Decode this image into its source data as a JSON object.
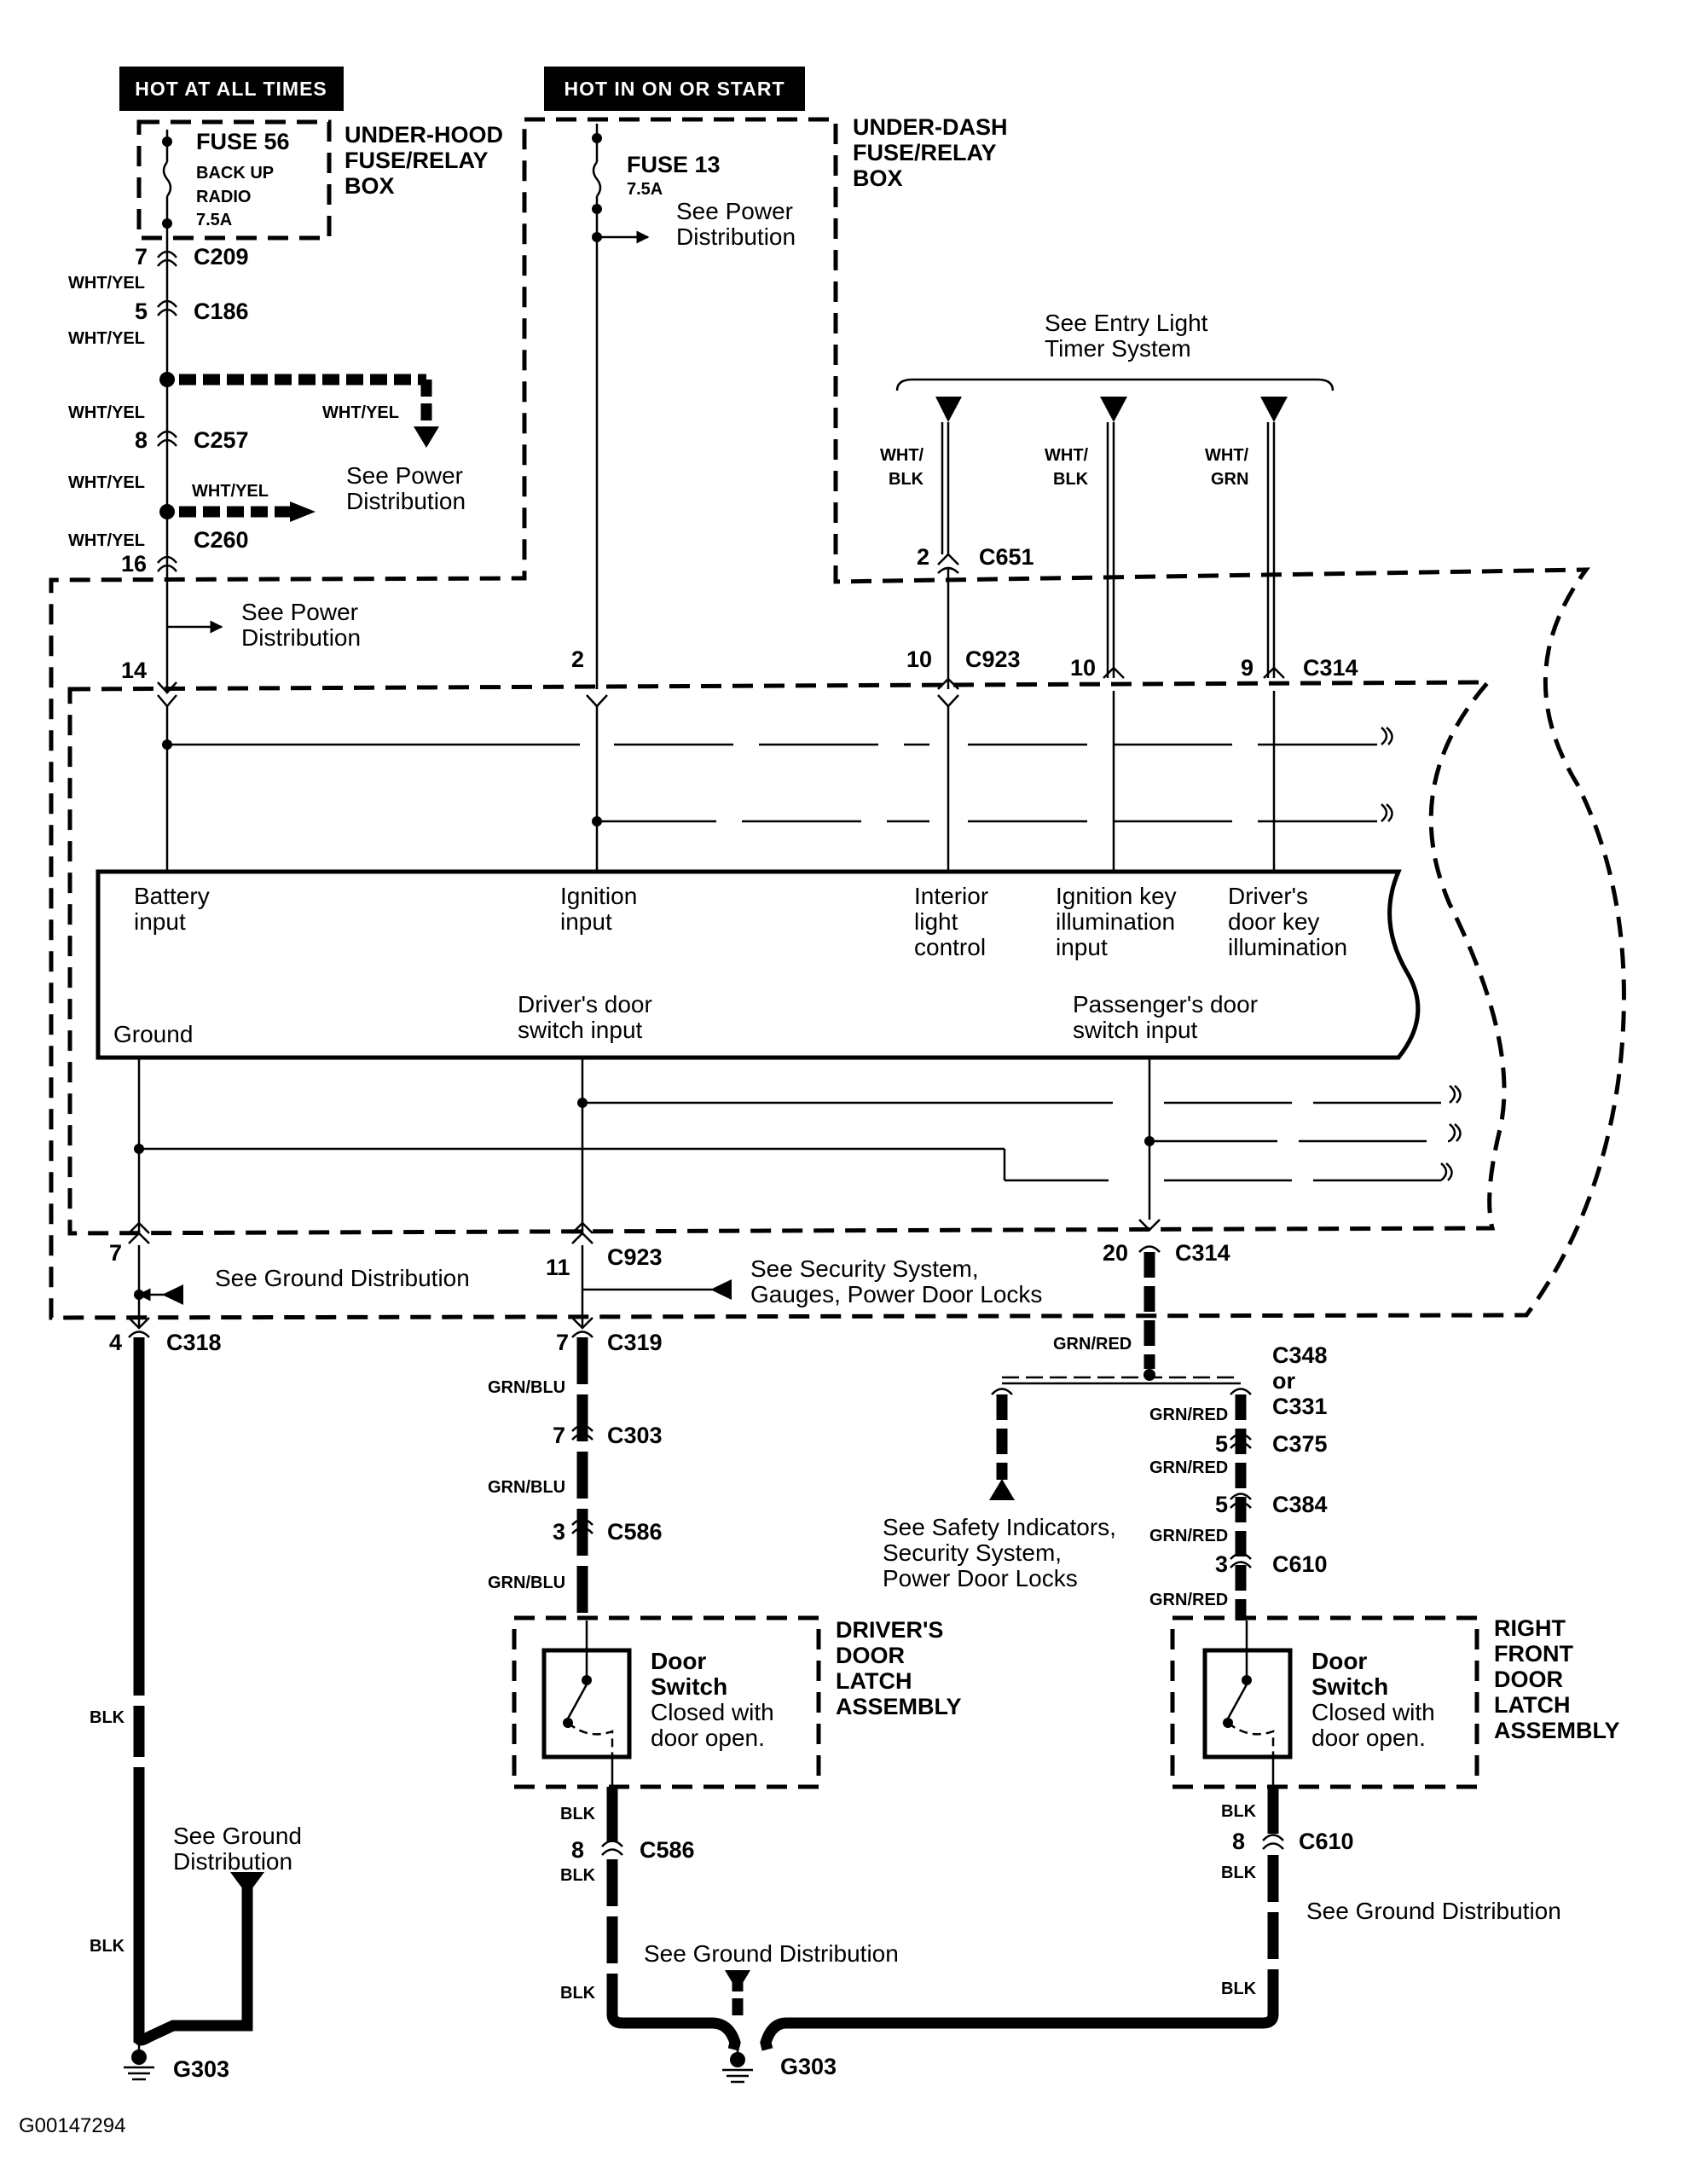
{
  "headers": {
    "hot_always": "HOT AT ALL TIMES",
    "hot_run": "HOT IN ON OR START"
  },
  "boxes": {
    "under_hood": [
      "UNDER-HOOD",
      "FUSE/RELAY",
      "BOX"
    ],
    "under_dash": [
      "UNDER-DASH",
      "FUSE/RELAY",
      "BOX"
    ],
    "driver_latch": [
      "DRIVER'S",
      "DOOR",
      "LATCH",
      "ASSEMBLY"
    ],
    "right_latch": [
      "RIGHT",
      "FRONT",
      "DOOR",
      "LATCH",
      "ASSEMBLY"
    ]
  },
  "fuses": {
    "f56": {
      "name": "FUSE 56",
      "desc1": "BACK UP",
      "desc2": "RADIO",
      "amps": "7.5A"
    },
    "f13": {
      "name": "FUSE 13",
      "amps": "7.5A"
    }
  },
  "refs": {
    "power_dist": [
      "See Power",
      "Distribution"
    ],
    "entry_light": [
      "See Entry Light",
      "Timer System"
    ],
    "ground_dist_single": "See Ground Distribution",
    "ground_dist_two": [
      "See Ground",
      "Distribution"
    ],
    "security": [
      "See Security System,",
      "Gauges, Power Door Locks"
    ],
    "safety": [
      "See Safety Indicators,",
      "Security System,",
      "Power Door Locks"
    ]
  },
  "module_labels": {
    "battery": [
      "Battery",
      "input"
    ],
    "ignition": [
      "Ignition",
      "input"
    ],
    "interior": [
      "Interior",
      "light",
      "control"
    ],
    "ign_key": [
      "Ignition key",
      "illumination",
      "input"
    ],
    "drv_key": [
      "Driver's",
      "door key",
      "illumination"
    ],
    "ground": "Ground",
    "drv_switch": [
      "Driver's door",
      "switch input"
    ],
    "pass_switch": [
      "Passenger's door",
      "switch input"
    ]
  },
  "switch": {
    "title1": "Door",
    "title2": "Switch",
    "desc1": "Closed with",
    "desc2": "door open."
  },
  "connectors": {
    "c209": "C209",
    "c186": "C186",
    "c257": "C257",
    "c260": "C260",
    "c651": "C651",
    "c923": "C923",
    "c314": "C314",
    "c318": "C318",
    "c319": "C319",
    "c303": "C303",
    "c586": "C586",
    "c348": "C348",
    "or": "or",
    "c331": "C331",
    "c375": "C375",
    "c384": "C384",
    "c610": "C610",
    "g303": "G303"
  },
  "pins": {
    "p7": "7",
    "p5": "5",
    "p8": "8",
    "p16": "16",
    "p14": "14",
    "p2": "2",
    "p10": "10",
    "p9": "9",
    "p11": "11",
    "p20": "20",
    "p4": "4",
    "p3": "3"
  },
  "wires": {
    "wht_yel": "WHT/YEL",
    "wht": "WHT/",
    "blk": "BLK",
    "grn": "GRN",
    "grn_red": "GRN/RED",
    "grn_blu": "GRN/BLU"
  },
  "figure_id": "G00147294"
}
